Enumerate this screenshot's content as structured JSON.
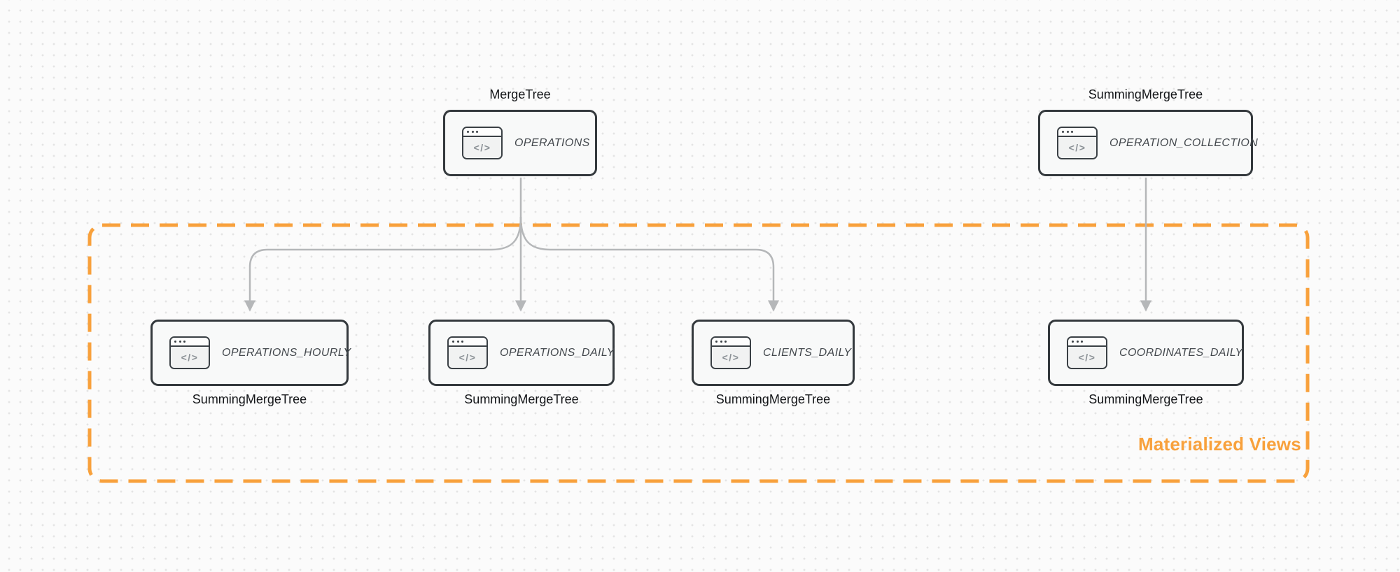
{
  "diagram": {
    "group_label": "Materialized Views",
    "icon_glyph": "</>",
    "nodes": [
      {
        "id": "operations",
        "engine": "MergeTree",
        "engine_label_position": "above",
        "title": "OPERATIONS"
      },
      {
        "id": "operation-collection",
        "engine": "SummingMergeTree",
        "engine_label_position": "above",
        "title": "OPERATION_COLLECTION"
      },
      {
        "id": "operations-hourly",
        "engine": "SummingMergeTree",
        "engine_label_position": "below",
        "title": "OPERATIONS_HOURLY"
      },
      {
        "id": "operations-daily",
        "engine": "SummingMergeTree",
        "engine_label_position": "below",
        "title": "OPERATIONS_DAILY"
      },
      {
        "id": "clients-daily",
        "engine": "SummingMergeTree",
        "engine_label_position": "below",
        "title": "CLIENTS_DAILY"
      },
      {
        "id": "coordinates-daily",
        "engine": "SummingMergeTree",
        "engine_label_position": "below",
        "title": "COORDINATES_DAILY"
      }
    ],
    "edges": [
      {
        "from": "OPERATIONS",
        "to": "OPERATIONS_HOURLY"
      },
      {
        "from": "OPERATIONS",
        "to": "OPERATIONS_DAILY"
      },
      {
        "from": "OPERATIONS",
        "to": "CLIENTS_DAILY"
      },
      {
        "from": "OPERATION_COLLECTION",
        "to": "COORDINATES_DAILY"
      }
    ],
    "colors": {
      "accent_orange": "#f8a13c",
      "node_border": "#34393d",
      "node_fill": "#f8f9f9",
      "arrow_gray": "#b5b7b9",
      "node_title_text": "#43484d",
      "engine_label_text": "#131518",
      "background": "#fbfbfb",
      "dot_grid": "#e4e4e4"
    }
  }
}
